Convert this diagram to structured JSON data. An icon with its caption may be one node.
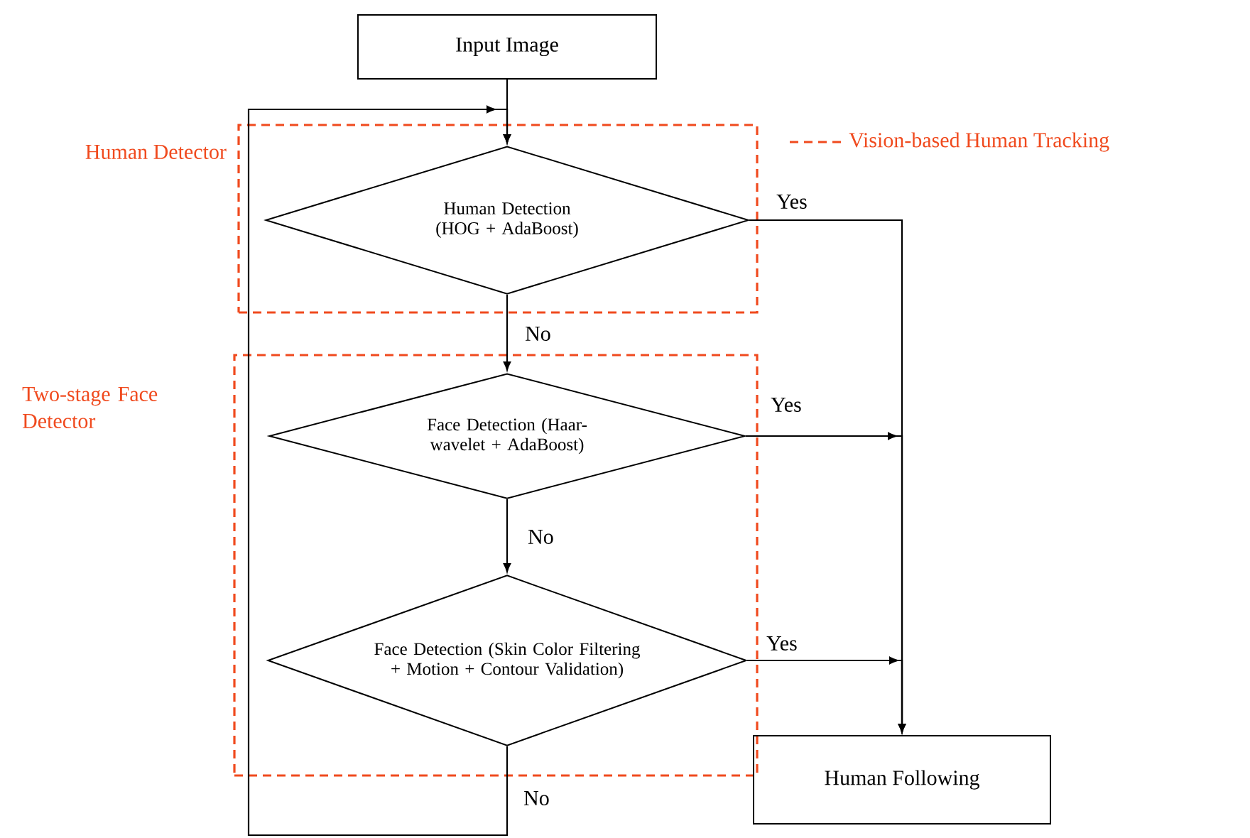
{
  "diagram": {
    "nodes": [
      {
        "text": [
          "Input Image"
        ]
      },
      {
        "text": [
          "Human Detector"
        ]
      },
      {
        "text": [
          "Human Detection (HOG + AdaBoost)"
        ],
        "in": 1
      },
      {
        "text": [
          "Two-stage Face Detector"
        ]
      },
      {
        "text": [
          "Face Detection (Haar-wavelet + AdaBoost)"
        ],
        "in": 3
      },
      {
        "text": [
          "Face Detection (Skin Color Filtering + Motion + Contour Validation)"
        ],
        "in": 3
      },
      {
        "text": [
          "Human Following"
        ]
      }
    ],
    "edges": [
      {
        "from": 0,
        "to": 2,
        "arrow": "to"
      },
      {
        "from": 2,
        "to": 4,
        "arrow": "to",
        "label": "No"
      },
      {
        "from": 4,
        "to": 5,
        "arrow": "to",
        "label": "No"
      },
      {
        "from": 5,
        "to": 2,
        "arrow": "to",
        "label": "No"
      },
      {
        "from": 2,
        "to": 6,
        "arrow": "to",
        "label": "Yes"
      },
      {
        "from": 4,
        "to": 6,
        "arrow": "to",
        "label": "Yes"
      },
      {
        "from": 5,
        "to": 6,
        "arrow": "to",
        "label": "Yes"
      }
    ],
    "legend": [
      {
        "text": "Vision-based Human Tracking"
      }
    ]
  }
}
